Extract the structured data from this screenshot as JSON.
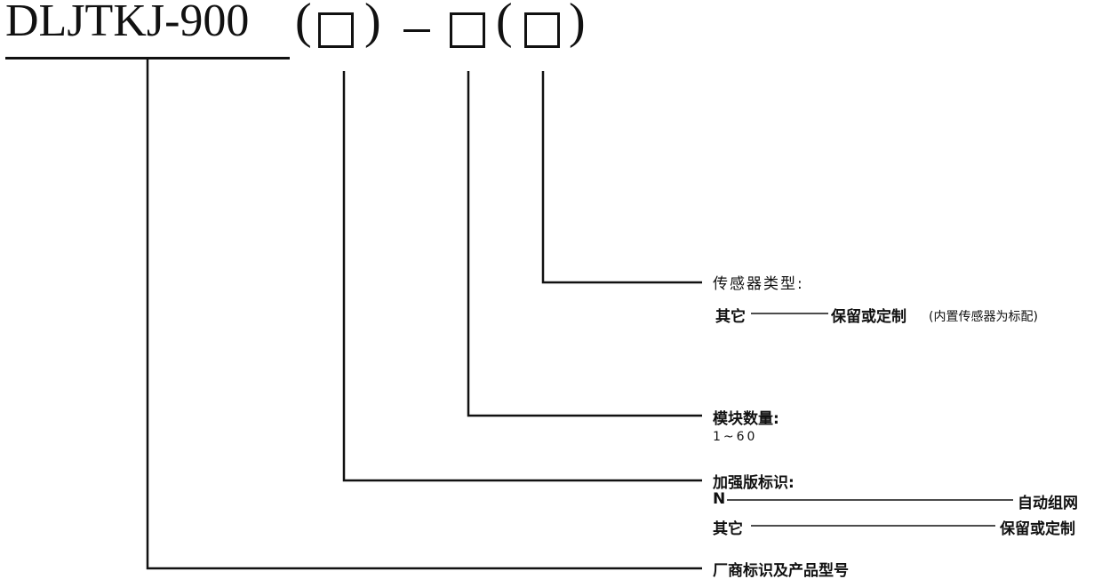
{
  "model": {
    "prefix": "DLJTKJ-900",
    "paren_open": "(",
    "paren_close": ")",
    "dash": "−",
    "box_symbol": "□"
  },
  "sensor_type": {
    "title": "传感器类型:",
    "option_key": "其它",
    "option_value": "保留或定制",
    "option_note": "(内置传感器为标配)"
  },
  "module_count": {
    "title": "模块数量:",
    "range": "1~60"
  },
  "enhanced": {
    "title": "加强版标识:",
    "rows": [
      {
        "key": "N",
        "value": "自动组网"
      },
      {
        "key": "其它",
        "value": "保留或定制"
      }
    ]
  },
  "vendor": {
    "title": "厂商标识及产品型号"
  }
}
